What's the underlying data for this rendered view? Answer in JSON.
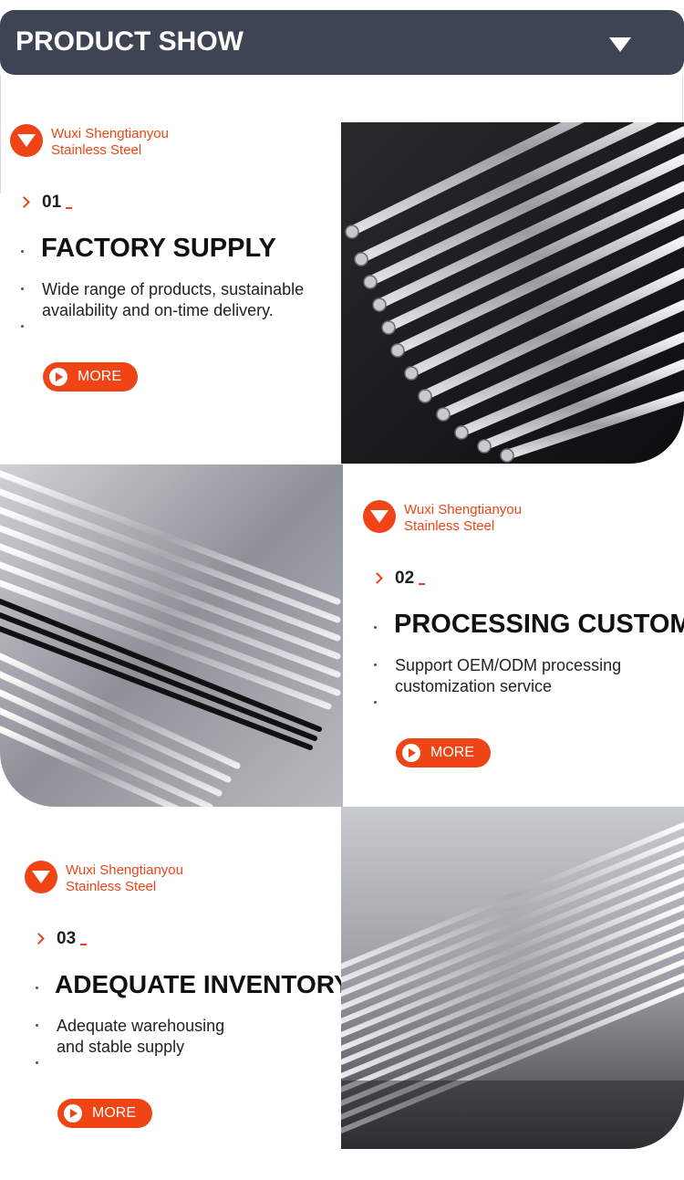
{
  "header": {
    "title": "PRODUCT SHOW",
    "toggle_icon": "triangle-down-icon"
  },
  "brand": {
    "line1": "Wuxi Shengtianyou",
    "line2": "Stainless Steel",
    "logo_icon": "triangle-down-logo-icon"
  },
  "sections": [
    {
      "number": "01",
      "title": "FACTORY SUPPLY",
      "desc_line1": "Wide range of products, sustainable",
      "desc_line2": "availability and on-time delivery.",
      "more_label": "MORE"
    },
    {
      "number": "02",
      "title": "PROCESSING CUSTOM",
      "desc_line1": "Support OEM/ODM processing",
      "desc_line2": "customization service",
      "more_label": "MORE"
    },
    {
      "number": "03",
      "title": "ADEQUATE INVENTORY",
      "desc_line1": "Adequate warehousing",
      "desc_line2": "and stable supply",
      "more_label": "MORE"
    }
  ],
  "colors": {
    "accent": "#ef4416",
    "header_bg": "#3e4453",
    "text": "#111111"
  }
}
